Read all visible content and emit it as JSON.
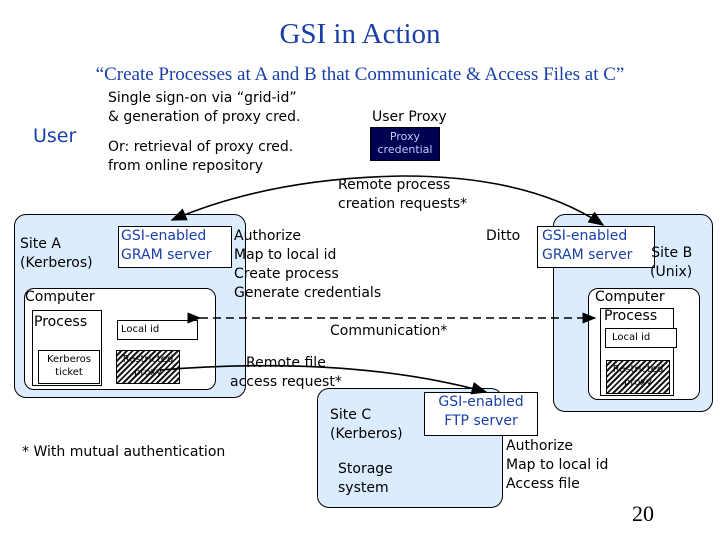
{
  "title": "GSI in Action",
  "subtitle": "“Create Processes at A and B that Communicate & Access Files at C”",
  "user": {
    "label": "User",
    "note_sso": "Single sign-on via “grid-id”\n& generation of proxy cred.",
    "note_or": "Or: retrieval of proxy cred.\nfrom online repository"
  },
  "user_proxy": {
    "label": "User Proxy",
    "credential": "Proxy\ncredential"
  },
  "remote_process_label": "Remote process\ncreation requests*",
  "ditto_label": "Ditto",
  "site_a": {
    "name": "Site A\n(Kerberos)",
    "gram": "GSI-enabled\nGRAM server",
    "steps": "Authorize\nMap to local id\nCreate process\nGenerate credentials",
    "computer": "Computer",
    "process": "Process",
    "local_id": "Local id",
    "kerberos_ticket": "Kerberos\nticket",
    "restricted_proxy": "Restricted\nproxy"
  },
  "site_b": {
    "name": "Site B\n(Unix)",
    "gram": "GSI-enabled\nGRAM server",
    "computer": "Computer",
    "process": "Process",
    "local_id": "Local id",
    "restricted_proxy": "Restricted\nproxy"
  },
  "communication_label": "Communication*",
  "remote_file_label": "Remote file\naccess request*",
  "site_c": {
    "name": "Site C\n(Kerberos)",
    "ftp": "GSI-enabled\nFTP server",
    "storage": "Storage\nsystem",
    "steps": "Authorize\nMap to local id\nAccess file"
  },
  "footnote": "* With mutual authentication",
  "page_number": "20",
  "colors": {
    "title_blue": "#1a3fa8",
    "panel_blue": "#dcecff",
    "navy": "#000050"
  }
}
